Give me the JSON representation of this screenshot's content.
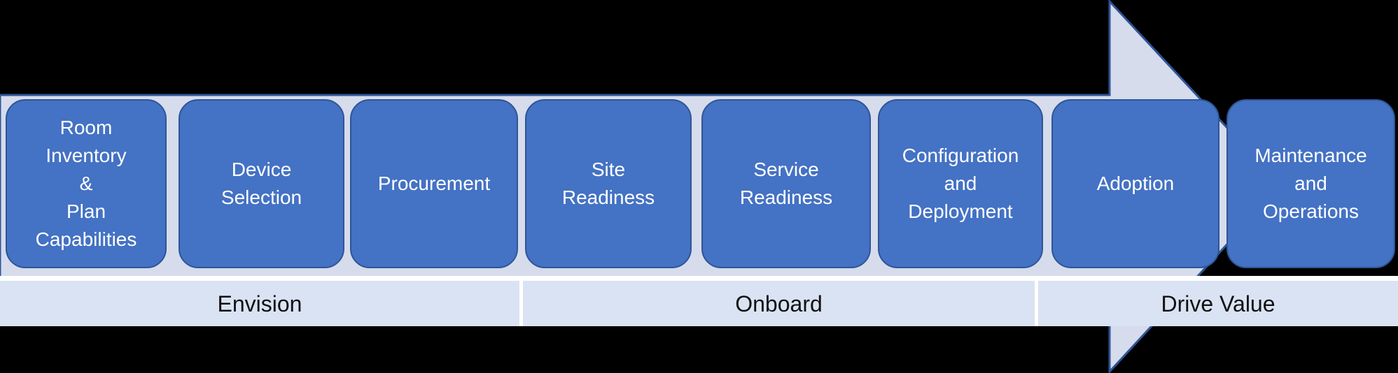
{
  "diagram": {
    "steps": [
      {
        "label": "Room\nInventory\n&\nPlan\nCapabilities"
      },
      {
        "label": "Device\nSelection"
      },
      {
        "label": "Procurement"
      },
      {
        "label": "Site\nReadiness"
      },
      {
        "label": "Service\nReadiness"
      },
      {
        "label": "Configuration\nand\nDeployment"
      },
      {
        "label": "Adoption"
      },
      {
        "label": "Maintenance\nand\nOperations"
      }
    ],
    "phases": [
      {
        "label": "Envision"
      },
      {
        "label": "Onboard"
      },
      {
        "label": "Drive Value"
      }
    ]
  },
  "colors": {
    "background": "#000000",
    "step-fill": "#4472c4",
    "step-border": "#2f5597",
    "step-text": "#ffffff",
    "arrow-fill": "#d6dcec",
    "arrow-border": "#2f5597",
    "phase-band-fill": "#dae3f3",
    "phase-divider": "#ffffff",
    "phase-text": "#111111"
  }
}
